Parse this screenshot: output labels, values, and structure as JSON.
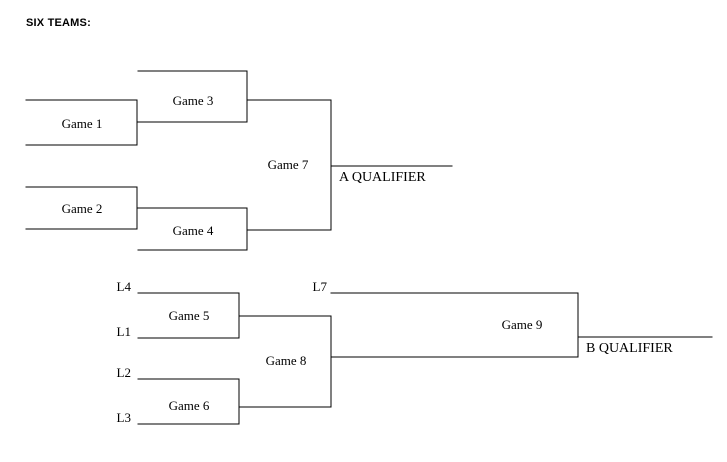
{
  "title": "SIX TEAMS:",
  "colors": {
    "background": "#ffffff",
    "line": "#000000",
    "text": "#000000"
  },
  "chart_data": {
    "type": "diagram",
    "title": "SIX TEAMS:",
    "description": "Double-elimination tournament bracket for six teams with nine games producing an A qualifier and a B qualifier.",
    "games": [
      {
        "id": "game1",
        "label": "Game 1",
        "round": 1,
        "bracket": "winners"
      },
      {
        "id": "game2",
        "label": "Game 2",
        "round": 1,
        "bracket": "winners"
      },
      {
        "id": "game3",
        "label": "Game 3",
        "round": 2,
        "bracket": "winners"
      },
      {
        "id": "game4",
        "label": "Game 4",
        "round": 2,
        "bracket": "winners"
      },
      {
        "id": "game5",
        "label": "Game 5",
        "round": 1,
        "bracket": "losers"
      },
      {
        "id": "game6",
        "label": "Game 6",
        "round": 1,
        "bracket": "losers"
      },
      {
        "id": "game7",
        "label": "Game 7",
        "round": 3,
        "bracket": "winners"
      },
      {
        "id": "game8",
        "label": "Game 8",
        "round": 2,
        "bracket": "losers"
      },
      {
        "id": "game9",
        "label": "Game 9",
        "round": 3,
        "bracket": "losers"
      }
    ],
    "feeds": [
      {
        "label": "L4",
        "into": "game5"
      },
      {
        "label": "L1",
        "into": "game5"
      },
      {
        "label": "L2",
        "into": "game6"
      },
      {
        "label": "L3",
        "into": "game6"
      },
      {
        "label": "L7",
        "into": "game9"
      }
    ],
    "outcomes": [
      {
        "label": "A QUALIFIER",
        "from": "game7"
      },
      {
        "label": "B QUALIFIER",
        "from": "game9"
      }
    ]
  },
  "labels": {
    "game1": "Game 1",
    "game2": "Game 2",
    "game3": "Game 3",
    "game4": "Game 4",
    "game5": "Game 5",
    "game6": "Game 6",
    "game7": "Game 7",
    "game8": "Game 8",
    "game9": "Game 9",
    "l4": "L4",
    "l1": "L1",
    "l2": "L2",
    "l3": "L3",
    "l7": "L7",
    "a_qualifier": "A QUALIFIER",
    "b_qualifier": "B QUALIFIER"
  }
}
